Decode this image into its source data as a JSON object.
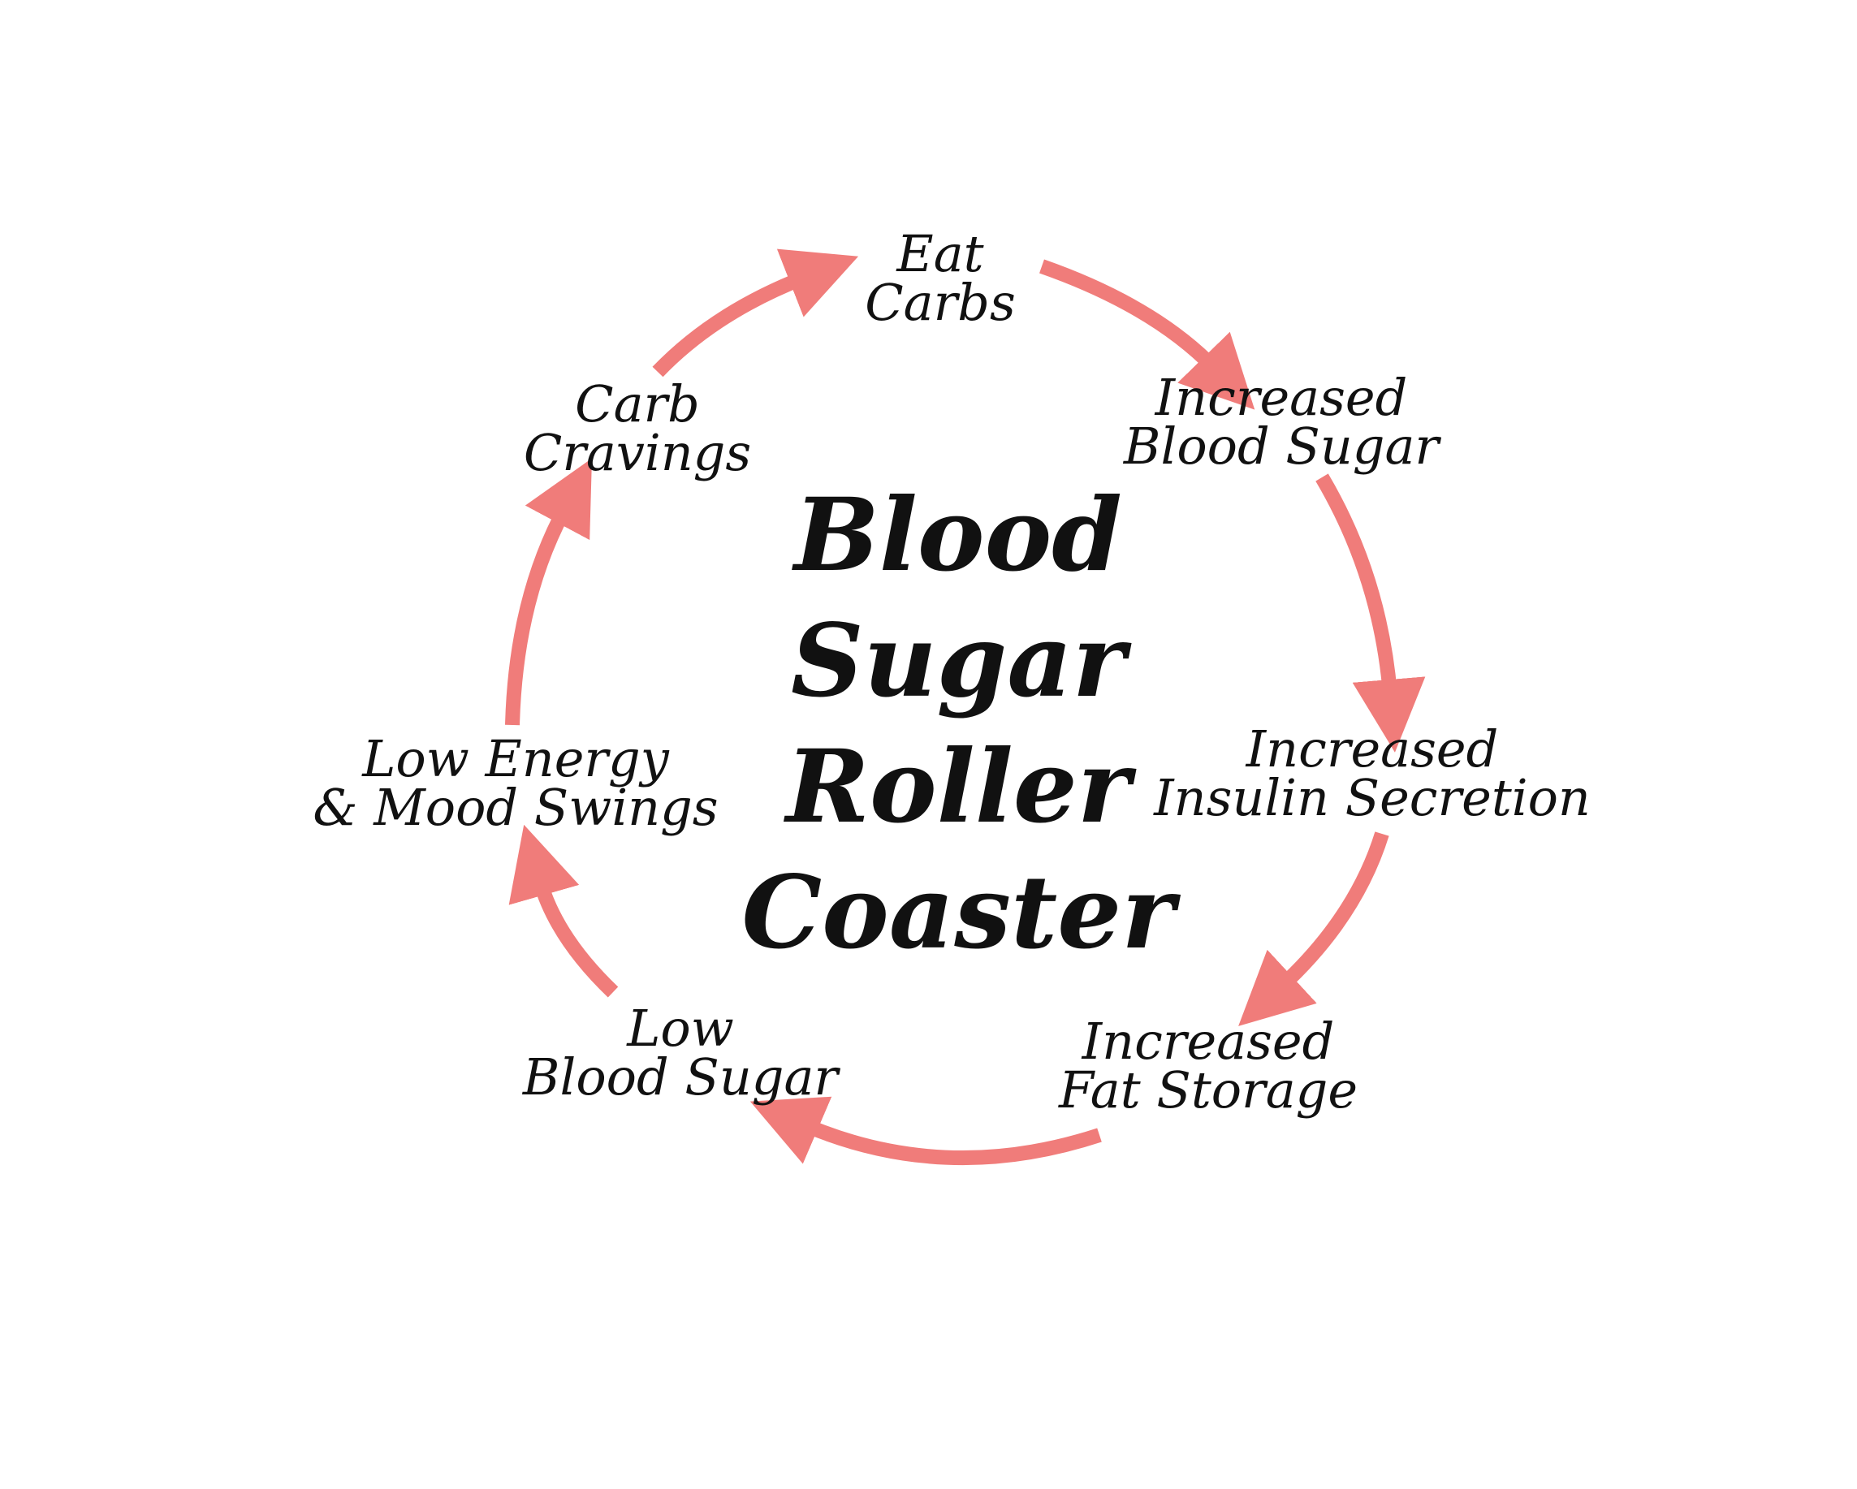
{
  "title": {
    "line1": "Blood",
    "line2": "Sugar",
    "line3": "Roller",
    "line4": "Coaster"
  },
  "stages": [
    {
      "id": "eat-carbs",
      "lines": [
        "Eat",
        "Carbs"
      ]
    },
    {
      "id": "increased-blood-sugar",
      "lines": [
        "Increased",
        "Blood Sugar"
      ]
    },
    {
      "id": "increased-insulin-secretion",
      "lines": [
        "Increased",
        "Insulin Secretion"
      ]
    },
    {
      "id": "increased-fat-storage",
      "lines": [
        "Increased",
        "Fat Storage"
      ]
    },
    {
      "id": "low-blood-sugar",
      "lines": [
        "Low",
        "Blood Sugar"
      ]
    },
    {
      "id": "low-energy-mood-swings",
      "lines": [
        "Low Energy",
        "& Mood Swings"
      ]
    },
    {
      "id": "carb-cravings",
      "lines": [
        "Carb",
        "Cravings"
      ]
    }
  ],
  "colors": {
    "arrow": "#F07C7A",
    "text": "#111111",
    "background": "#FFFFFF"
  }
}
